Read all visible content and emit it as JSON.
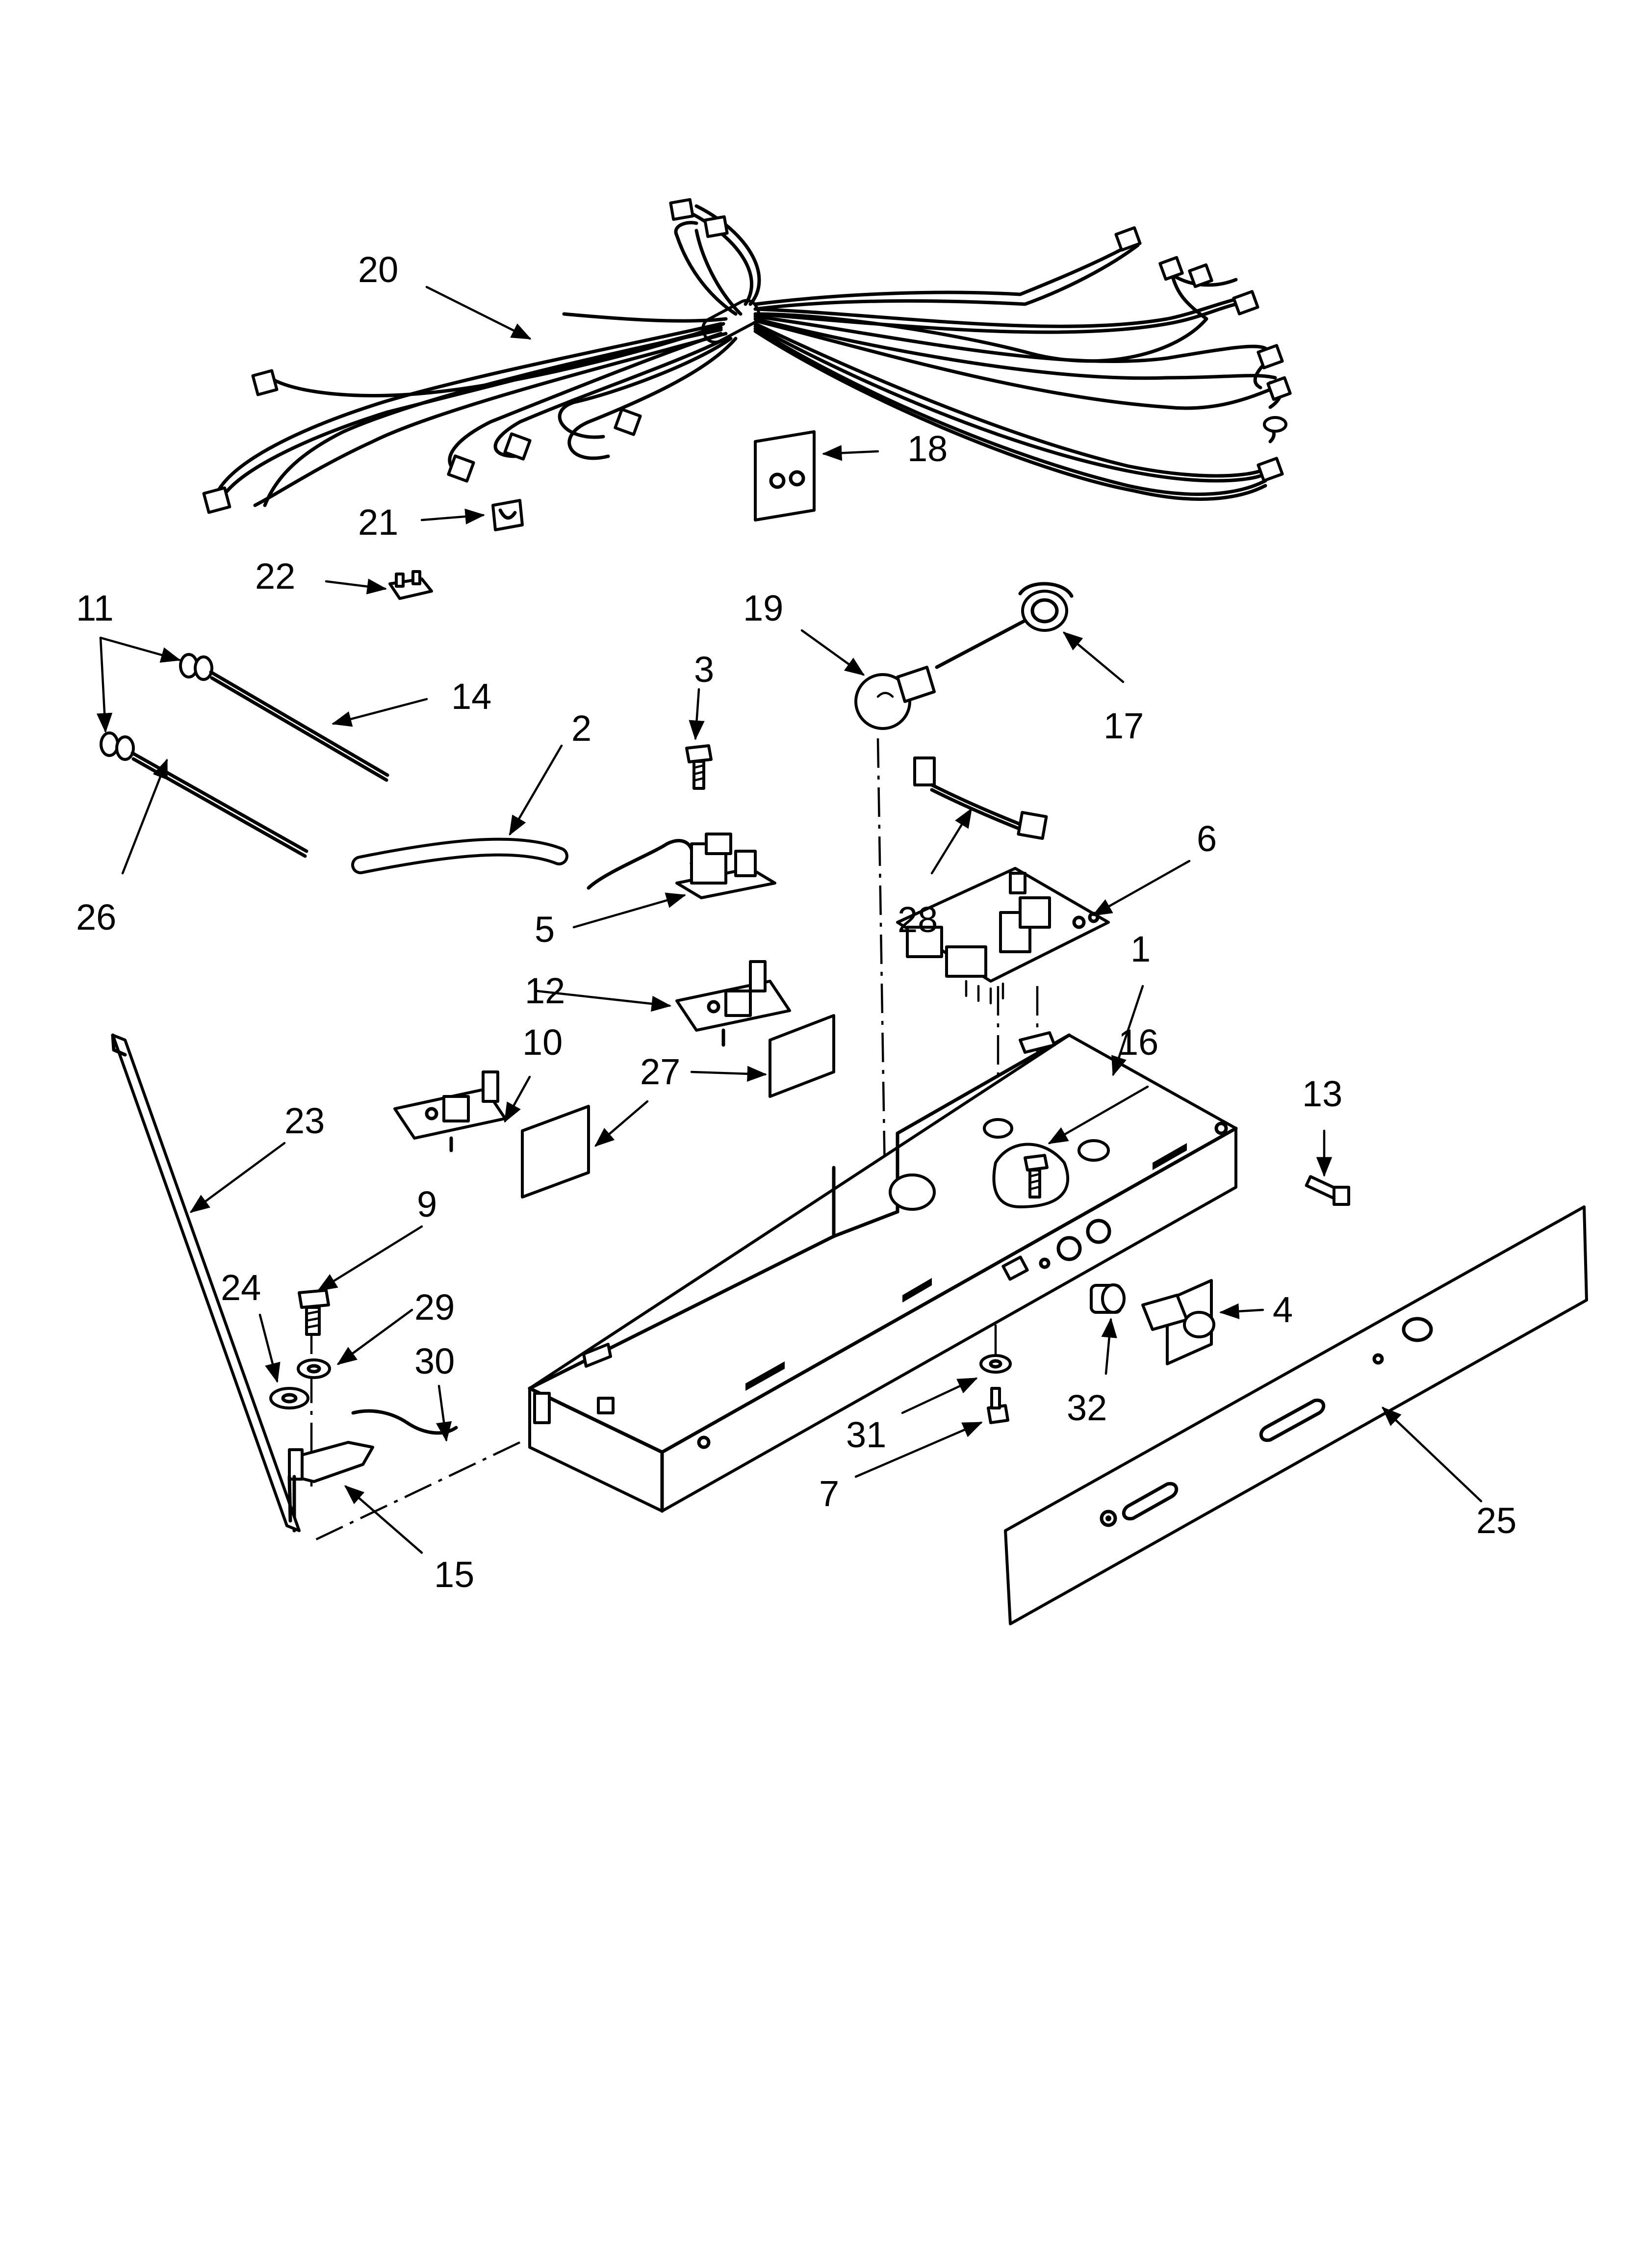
{
  "part_callouts": [
    {
      "id": "c1",
      "label": "1"
    },
    {
      "id": "c2",
      "label": "2"
    },
    {
      "id": "c3",
      "label": "3"
    },
    {
      "id": "c4",
      "label": "4"
    },
    {
      "id": "c5",
      "label": "5"
    },
    {
      "id": "c6",
      "label": "6"
    },
    {
      "id": "c7",
      "label": "7"
    },
    {
      "id": "c9",
      "label": "9"
    },
    {
      "id": "c10",
      "label": "10"
    },
    {
      "id": "c11",
      "label": "11"
    },
    {
      "id": "c12",
      "label": "12"
    },
    {
      "id": "c13",
      "label": "13"
    },
    {
      "id": "c14",
      "label": "14"
    },
    {
      "id": "c15",
      "label": "15"
    },
    {
      "id": "c16",
      "label": "16"
    },
    {
      "id": "c17",
      "label": "17"
    },
    {
      "id": "c18",
      "label": "18"
    },
    {
      "id": "c19",
      "label": "19"
    },
    {
      "id": "c20",
      "label": "20"
    },
    {
      "id": "c21",
      "label": "21"
    },
    {
      "id": "c22",
      "label": "22"
    },
    {
      "id": "c23",
      "label": "23"
    },
    {
      "id": "c24",
      "label": "24"
    },
    {
      "id": "c25",
      "label": "25"
    },
    {
      "id": "c26",
      "label": "26"
    },
    {
      "id": "c27",
      "label": "27"
    },
    {
      "id": "c28",
      "label": "28"
    },
    {
      "id": "c29",
      "label": "29"
    },
    {
      "id": "c30",
      "label": "30"
    },
    {
      "id": "c31",
      "label": "31"
    },
    {
      "id": "c32",
      "label": "32"
    }
  ]
}
